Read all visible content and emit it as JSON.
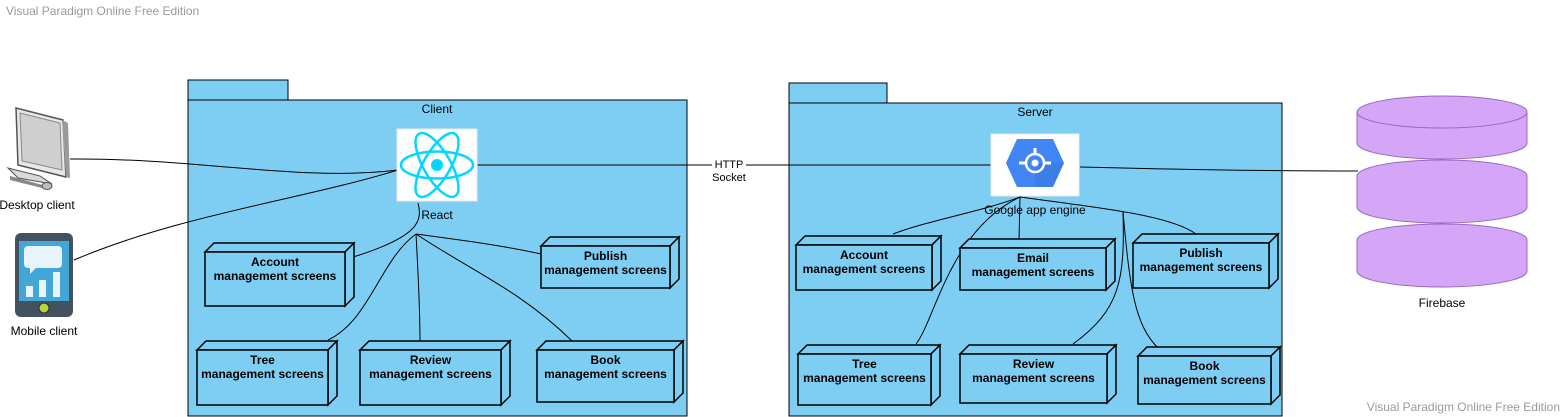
{
  "watermark": {
    "top": "Visual Paradigm Online Free Edition",
    "bottom": "Visual Paradigm Online Free Edition"
  },
  "actors": {
    "desktop": "Desktop client",
    "mobile": "Mobile client"
  },
  "client": {
    "title": "Client",
    "tech_label": "React",
    "nodes": {
      "account": [
        "Account",
        "management screens"
      ],
      "publish": [
        "Publish",
        "management screens"
      ],
      "tree": [
        "Tree",
        "management screens"
      ],
      "review": [
        "Review",
        "management screens"
      ],
      "book": [
        "Book",
        "management screens"
      ]
    }
  },
  "connection": {
    "line1": "HTTP",
    "line2": "Socket"
  },
  "server": {
    "title": "Server",
    "tech_label": "Google app engine",
    "nodes": {
      "account": [
        "Account",
        "management screens"
      ],
      "email": [
        "Email",
        "management screens"
      ],
      "publish": [
        "Publish",
        "management screens"
      ],
      "tree": [
        "Tree",
        "management screens"
      ],
      "review": [
        "Review",
        "management screens"
      ],
      "book": [
        "Book",
        "management screens"
      ]
    }
  },
  "database": {
    "label": "Firebase"
  },
  "colors": {
    "package_fill": "#7ecef4",
    "database_fill": "#d5a6f7",
    "react_cyan": "#00d8ff",
    "gae_blue": "#4285f4"
  }
}
